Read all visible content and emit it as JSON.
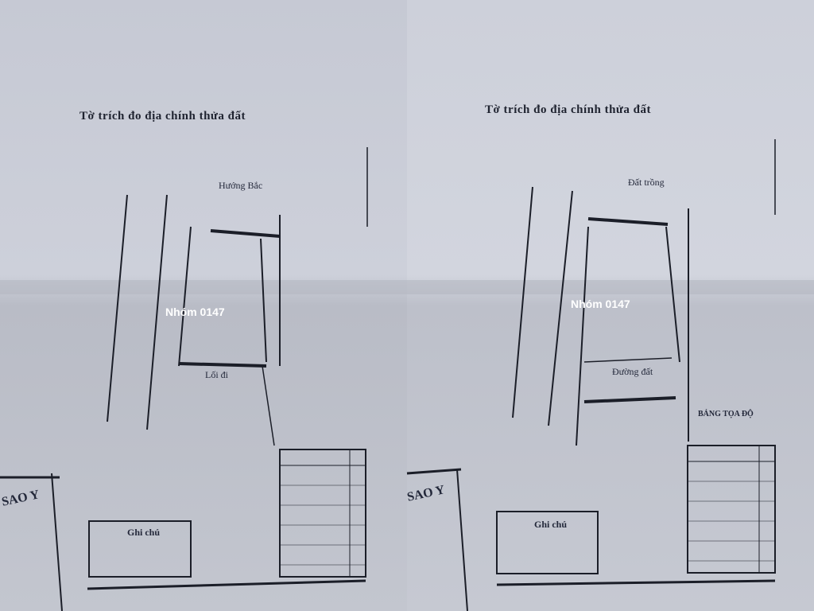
{
  "left_sheet": {
    "title": "Tờ trích đo địa chính thửa đất",
    "plot_code": "Nhóm 0147",
    "north_label": "Hướng Bắc",
    "road_label": "Lối đi",
    "stamp_text": "SAO Y",
    "legend_title": "Ghi chú"
  },
  "right_sheet": {
    "title": "Tờ trích đo địa chính thửa đất",
    "plot_code": "Nhóm 0147",
    "north_label": "Đất trồng",
    "road_label": "Đường đất",
    "stamp_text": "SAO Y",
    "legend_title": "Ghi chú",
    "table_header": "BẢNG TỌA ĐỘ"
  }
}
